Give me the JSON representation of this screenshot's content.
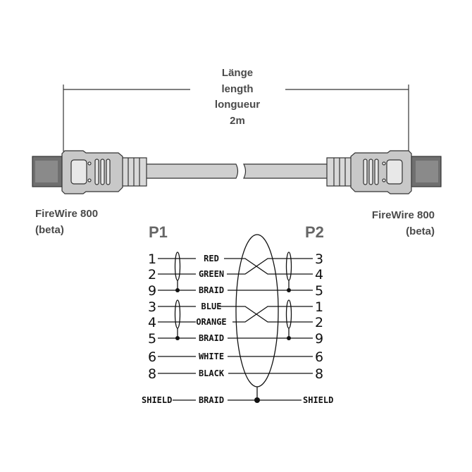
{
  "length_label": {
    "de": "Länge",
    "en": "length",
    "fr": "longueur",
    "value": "2m"
  },
  "connector_left": {
    "name": "FireWire 800",
    "sub": "(beta)"
  },
  "connector_right": {
    "name": "FireWire 800",
    "sub": "(beta)"
  },
  "wiring": {
    "p1_title": "P1",
    "p2_title": "P2",
    "rows": [
      {
        "p1": "1",
        "wire": "RED",
        "p2": "3"
      },
      {
        "p1": "2",
        "wire": "GREEN",
        "p2": "4"
      },
      {
        "p1": "9",
        "wire": "BRAID",
        "p2": "5"
      },
      {
        "p1": "3",
        "wire": "BLUE",
        "p2": "1"
      },
      {
        "p1": "4",
        "wire": "ORANGE",
        "p2": "2"
      },
      {
        "p1": "5",
        "wire": "BRAID",
        "p2": "9"
      },
      {
        "p1": "6",
        "wire": "WHITE",
        "p2": "6"
      },
      {
        "p1": "8",
        "wire": "BLACK",
        "p2": "8"
      }
    ],
    "shield": {
      "p1": "SHIELD",
      "wire": "BRAID",
      "p2": "SHIELD"
    }
  }
}
